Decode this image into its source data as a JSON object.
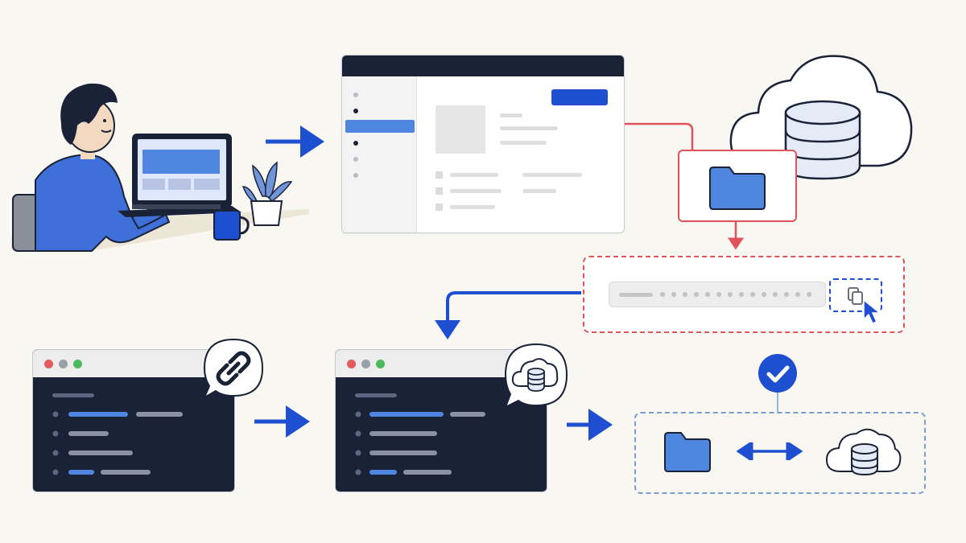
{
  "colors": {
    "background": "#f8f7f2",
    "navy": "#1a2238",
    "accent_blue": "#1f4fd1",
    "folder_blue": "#4f86e0",
    "highlight_red": "#e0535a",
    "dashed_blue": "#7a9cd4",
    "success_blue": "#1f4fd1",
    "panel_gray": "#ececec"
  },
  "icons": {
    "person": "person-at-laptop-icon",
    "plant": "potted-plant-icon",
    "mug": "mug-icon",
    "cloud_database": "cloud-database-icon",
    "folder": "folder-icon",
    "copy": "copy-icon",
    "cursor": "mouse-cursor-icon",
    "link": "link-icon",
    "check": "checkmark-icon",
    "sync": "bidirectional-arrow-icon"
  },
  "steps": [
    {
      "id": "user-at-laptop"
    },
    {
      "id": "storage-web-console"
    },
    {
      "id": "select-folder"
    },
    {
      "id": "copy-path"
    },
    {
      "id": "terminal-link"
    },
    {
      "id": "terminal-cloud-storage"
    },
    {
      "id": "folder-synced-with-cloud"
    }
  ]
}
